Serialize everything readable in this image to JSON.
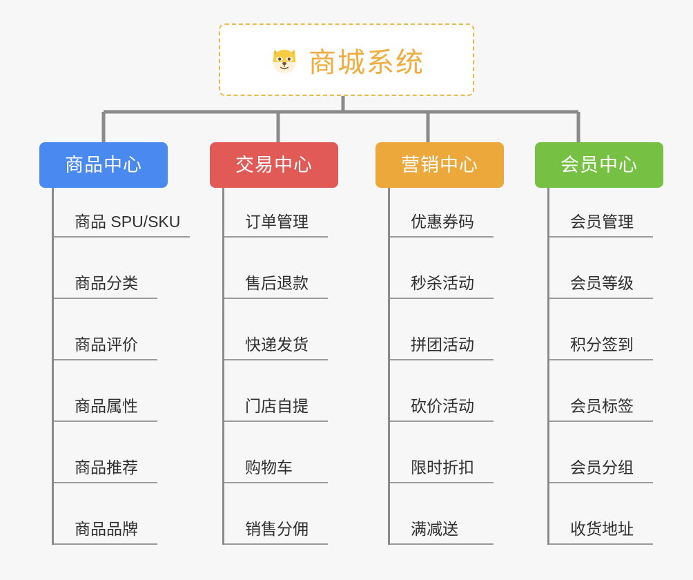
{
  "page": {
    "background_color": "#f7f7f7",
    "root": {
      "icon": "shiba-dog-face-icon",
      "title": "商城系统",
      "title_color": "#f0ad3e",
      "border_color": "#e9b949"
    }
  },
  "columns": [
    {
      "id": "product-center",
      "label": "商品中心",
      "color": "#4a89f0",
      "color_class": "blue",
      "items": [
        "商品 SPU/SKU",
        "商品分类",
        "商品评价",
        "商品属性",
        "商品推荐",
        "商品品牌"
      ]
    },
    {
      "id": "trade-center",
      "label": "交易中心",
      "color": "#e15a56",
      "color_class": "red",
      "items": [
        "订单管理",
        "售后退款",
        "快递发货",
        "门店自提",
        "购物车",
        "销售分佣"
      ]
    },
    {
      "id": "marketing-center",
      "label": "营销中心",
      "color": "#eda83b",
      "color_class": "orange",
      "items": [
        "优惠券码",
        "秒杀活动",
        "拼团活动",
        "砍价活动",
        "限时折扣",
        "满减送"
      ]
    },
    {
      "id": "member-center",
      "label": "会员中心",
      "color": "#76c043",
      "color_class": "green",
      "items": [
        "会员管理",
        "会员等级",
        "积分签到",
        "会员标签",
        "会员分组",
        "收货地址"
      ]
    }
  ],
  "connector": {
    "color": "#8a8a8a"
  }
}
